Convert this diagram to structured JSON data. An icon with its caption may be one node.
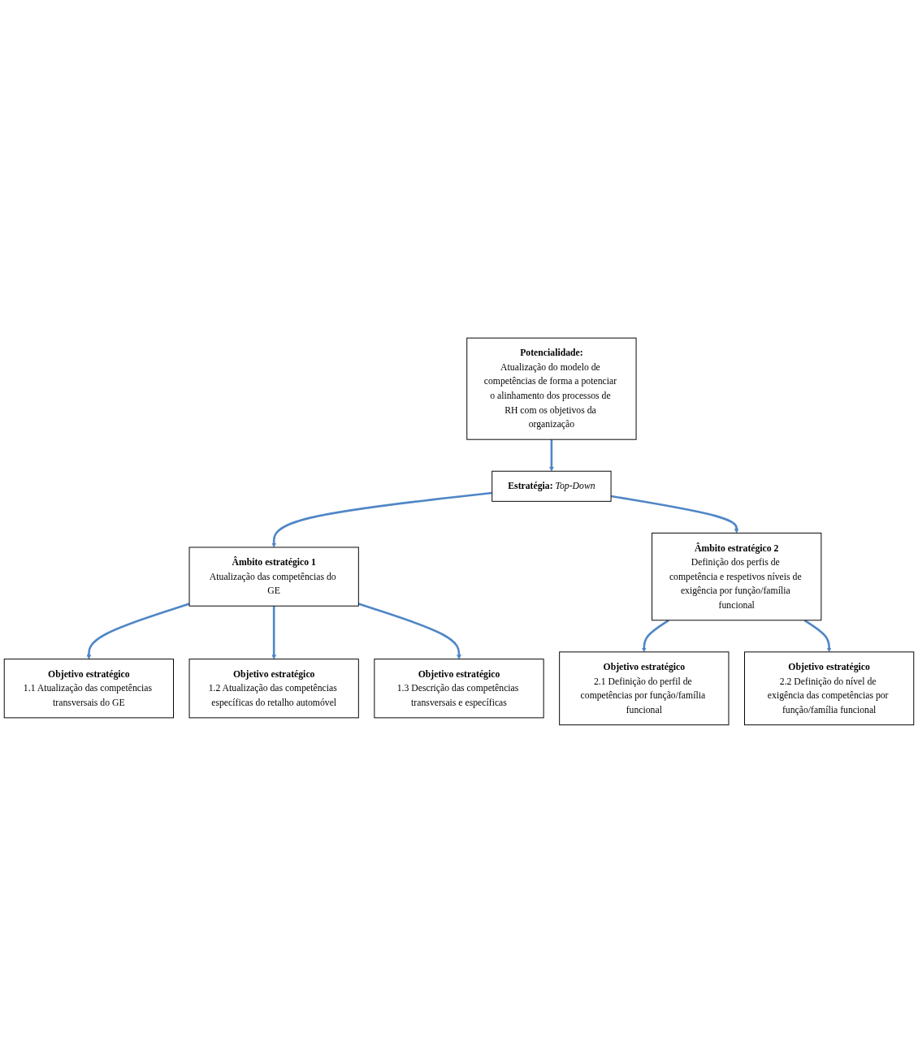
{
  "diagram": {
    "nodes": [
      {
        "text": [
          "Potencialidade:",
          "Atualização do modelo de competências de forma a potenciar o alinhamento dos processos de RH com os objetivos da organização"
        ]
      },
      {
        "text": [
          "**Estratégia:** *Top-Down*"
        ]
      },
      {
        "text": [
          "Âmbito estratégico 1",
          "Atualização das competências do GE"
        ]
      },
      {
        "text": [
          "Âmbito estratégico 2",
          "Definição dos perfis de competência e respetivos níveis de exigência por função/família funcional"
        ]
      },
      {
        "text": [
          "Objetivo estratégico",
          "1.1 Atualização das competências transversais do GE"
        ]
      },
      {
        "text": [
          "Objetivo estratégico",
          "1.2 Atualização das competências específicas do retalho automóvel"
        ]
      },
      {
        "text": [
          "Objetivo estratégico",
          "1.3 Descrição das competências transversais e específicas"
        ]
      },
      {
        "text": [
          "Objetivo estratégico",
          "2.1 Definição do perfil de competências por função/família funcional"
        ]
      },
      {
        "text": [
          "Objetivo estratégico",
          "2.2 Definição do nível de exigência das competências por função/família funcional"
        ]
      }
    ],
    "edges": [
      {
        "from": 0,
        "to": 1,
        "arrow": "to"
      },
      {
        "from": 1,
        "to": 2,
        "arrow": "to"
      },
      {
        "from": 1,
        "to": 3,
        "arrow": "to"
      },
      {
        "from": 2,
        "to": 4,
        "arrow": "to"
      },
      {
        "from": 2,
        "to": 5,
        "arrow": "to"
      },
      {
        "from": 2,
        "to": 6,
        "arrow": "to"
      },
      {
        "from": 3,
        "to": 7,
        "arrow": "to"
      },
      {
        "from": 3,
        "to": 8,
        "arrow": "to"
      }
    ]
  }
}
